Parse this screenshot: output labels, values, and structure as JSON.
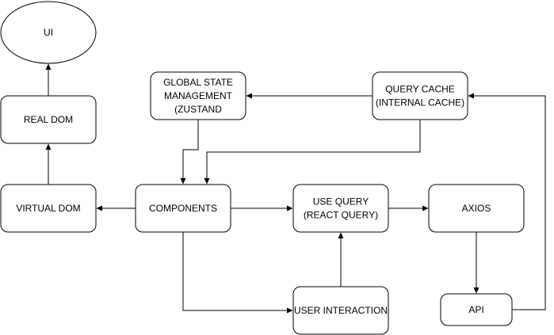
{
  "nodes": {
    "ui": {
      "lines": [
        "UI"
      ]
    },
    "real_dom": {
      "lines": [
        "REAL DOM"
      ]
    },
    "virtual_dom": {
      "lines": [
        "VIRTUAL DOM"
      ]
    },
    "global_state": {
      "lines": [
        "GLOBAL STATE",
        "MANAGEMENT",
        "(ZUSTAND"
      ]
    },
    "query_cache": {
      "lines": [
        "QUERY CACHE",
        "(INTERNAL CACHE)"
      ]
    },
    "components": {
      "lines": [
        "COMPONENTS"
      ]
    },
    "use_query": {
      "lines": [
        "USE QUERY",
        "(REACT QUERY)"
      ]
    },
    "axios": {
      "lines": [
        "AXIOS"
      ]
    },
    "user_interaction": {
      "lines": [
        "USER INTERACTION"
      ]
    },
    "api": {
      "lines": [
        "API"
      ]
    }
  },
  "edges": [
    {
      "from": "virtual_dom",
      "to": "real_dom"
    },
    {
      "from": "real_dom",
      "to": "ui"
    },
    {
      "from": "components",
      "to": "virtual_dom"
    },
    {
      "from": "global_state",
      "to": "components"
    },
    {
      "from": "query_cache",
      "to": "global_state"
    },
    {
      "from": "query_cache",
      "to": "components"
    },
    {
      "from": "components",
      "to": "use_query"
    },
    {
      "from": "use_query",
      "to": "axios"
    },
    {
      "from": "axios",
      "to": "api"
    },
    {
      "from": "api",
      "to": "query_cache"
    },
    {
      "from": "components",
      "to": "user_interaction"
    },
    {
      "from": "user_interaction",
      "to": "use_query"
    }
  ],
  "colors": {
    "stroke": "#000000",
    "fill": "#ffffff",
    "text": "#000000"
  }
}
